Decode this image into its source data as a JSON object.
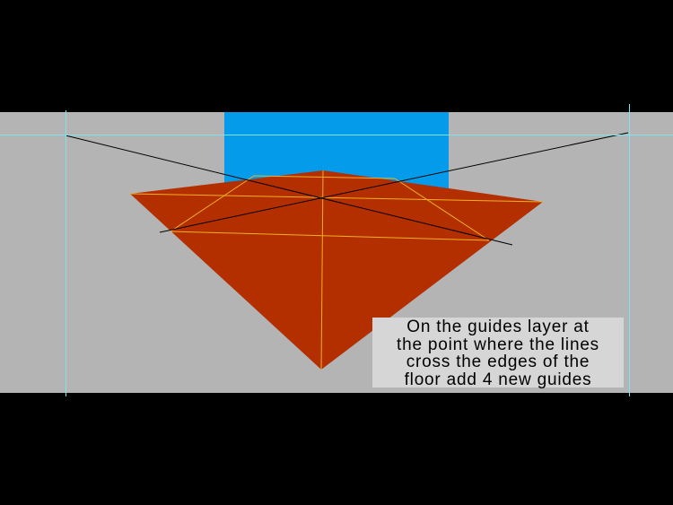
{
  "colors": {
    "letterbox": "#000000",
    "canvas": "#b4b4b4",
    "wall": "#049cea",
    "floor": "#b42f00",
    "guide": "#7fe3ef",
    "perspective_line": "#000000",
    "construction_line": "#f0b022",
    "caption_bg": "#d6d6d6"
  },
  "caption": {
    "lines": [
      "On the guides layer at",
      "the point where the lines",
      "cross the edges of the",
      "floor add 4 new guides"
    ]
  }
}
